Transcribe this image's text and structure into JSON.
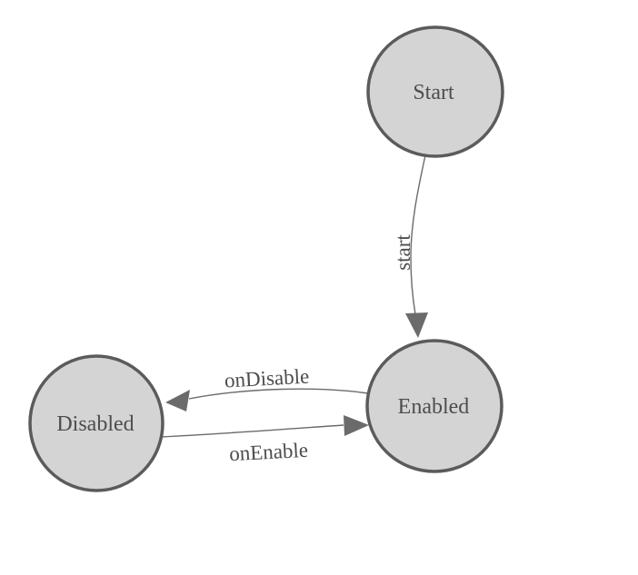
{
  "diagram": {
    "type": "state-machine",
    "background_color": "#ffffff",
    "node_fill_color": "#d4d4d4",
    "node_border_color": "#5b5b5b",
    "edge_color": "#6b6b6b",
    "label_color": "#4d4d4d",
    "nodes": [
      {
        "id": "start",
        "label": "Start"
      },
      {
        "id": "enabled",
        "label": "Enabled"
      },
      {
        "id": "disabled",
        "label": "Disabled"
      }
    ],
    "edges": [
      {
        "from": "Start",
        "to": "Enabled",
        "label": "start"
      },
      {
        "from": "Enabled",
        "to": "Disabled",
        "label": "onDisable"
      },
      {
        "from": "Disabled",
        "to": "Enabled",
        "label": "onEnable"
      }
    ]
  }
}
